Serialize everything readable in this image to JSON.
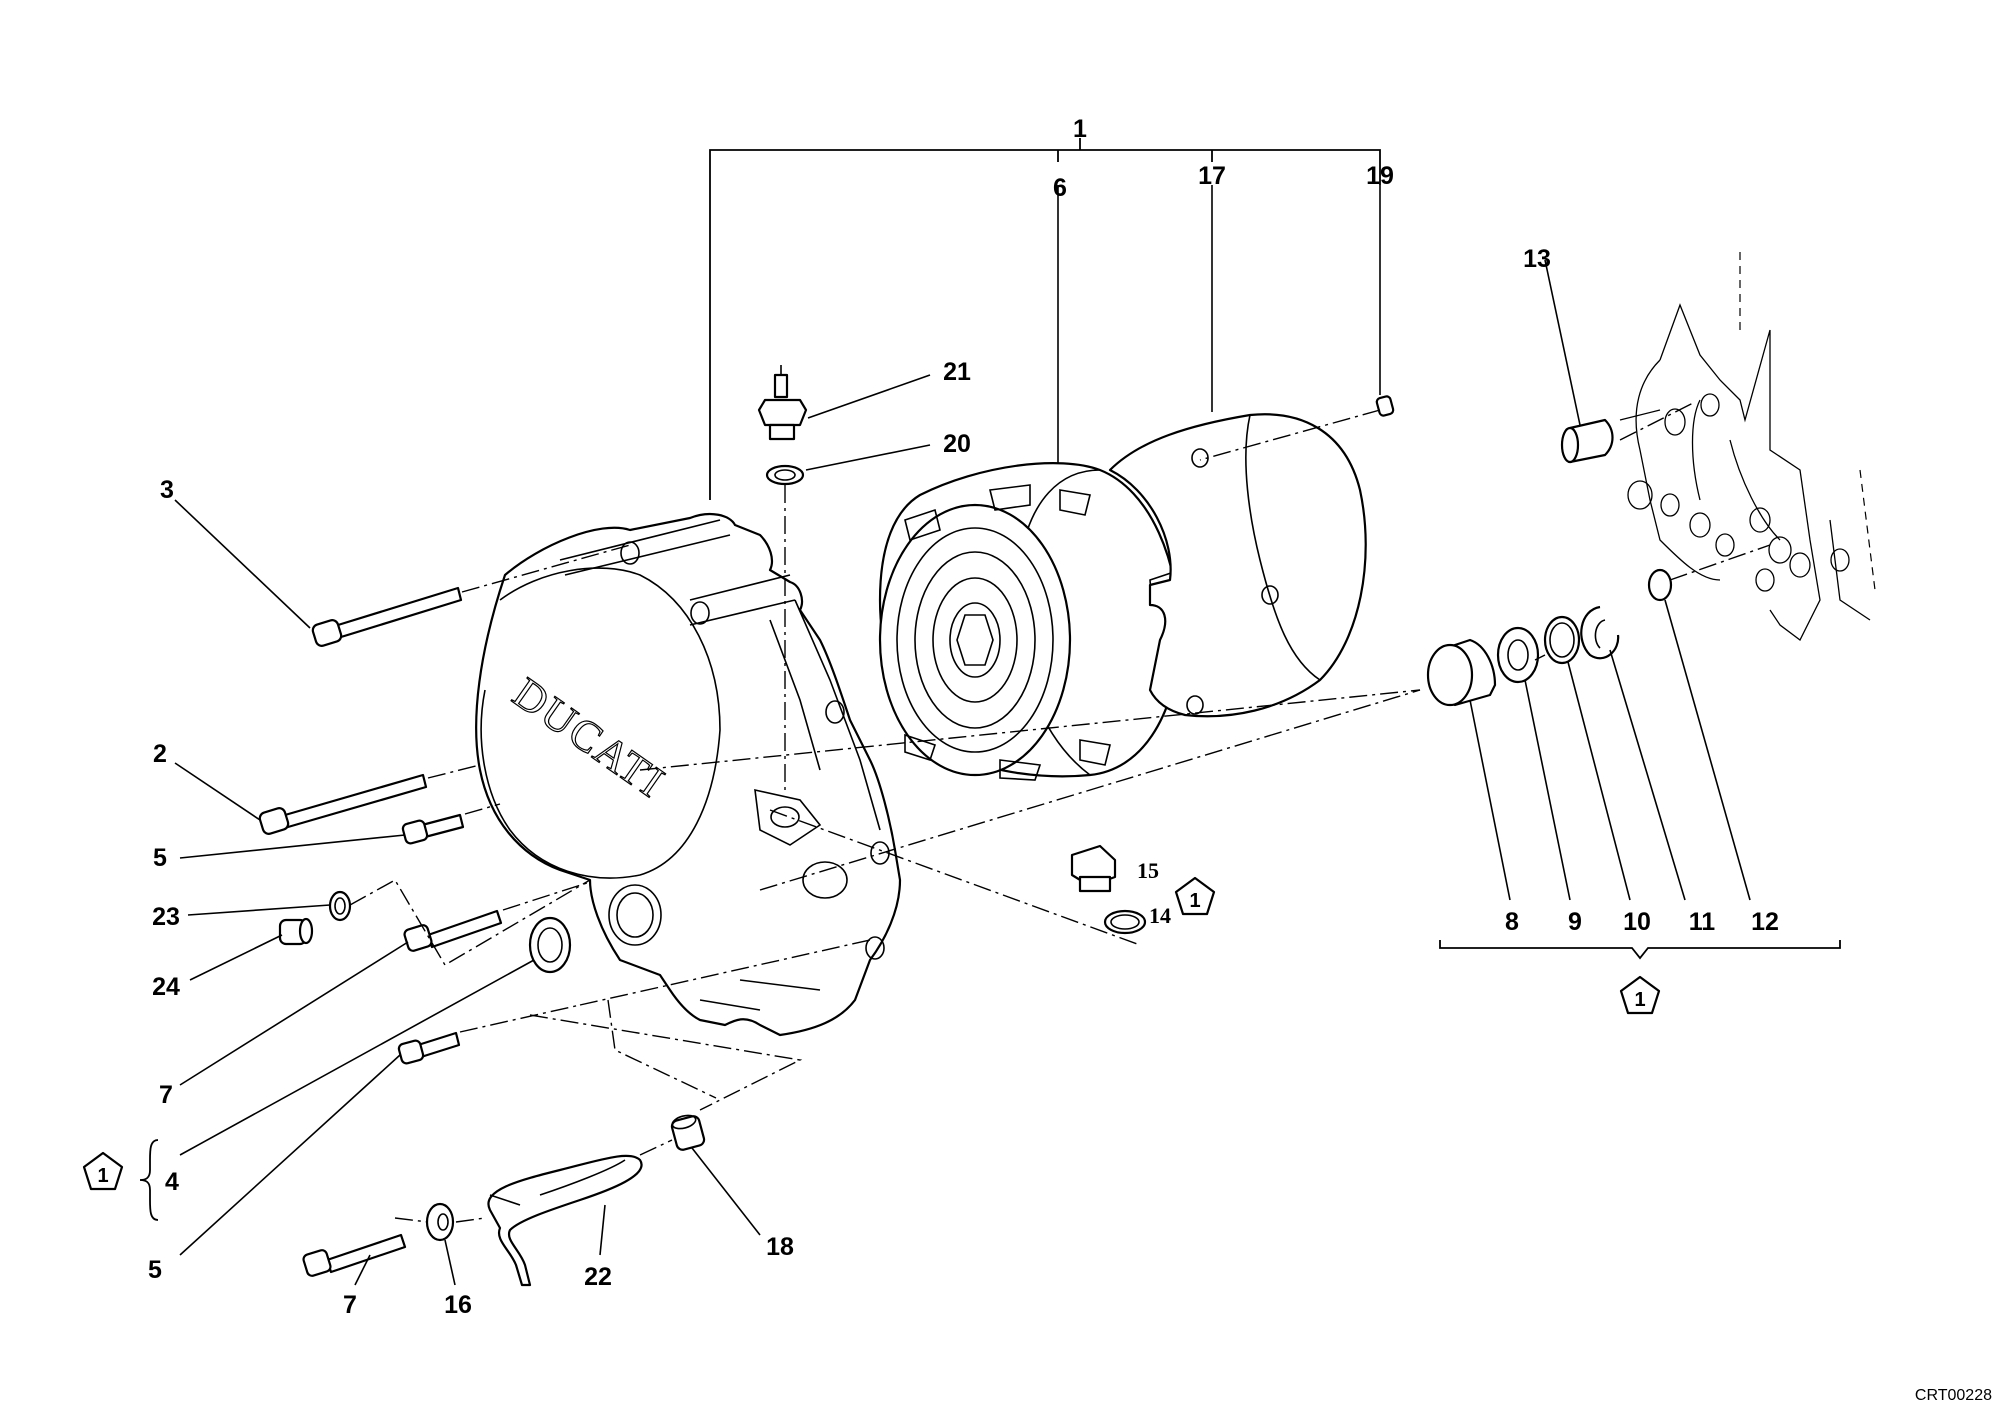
{
  "diagram": {
    "code": "CRT00228",
    "cover_logo_text": "DUCATI",
    "group_marker": "1",
    "callouts": {
      "c1": "1",
      "c2": "2",
      "c3": "3",
      "c4": "4",
      "c5a": "5",
      "c5b": "5",
      "c6": "6",
      "c7a": "7",
      "c7b": "7",
      "c8": "8",
      "c9": "9",
      "c10": "10",
      "c11": "11",
      "c12": "12",
      "c13": "13",
      "c14": "14",
      "c15": "15",
      "c16": "16",
      "c17": "17",
      "c18": "18",
      "c19": "19",
      "c20": "20",
      "c21": "21",
      "c22": "22",
      "c23": "23",
      "c24": "24"
    }
  }
}
